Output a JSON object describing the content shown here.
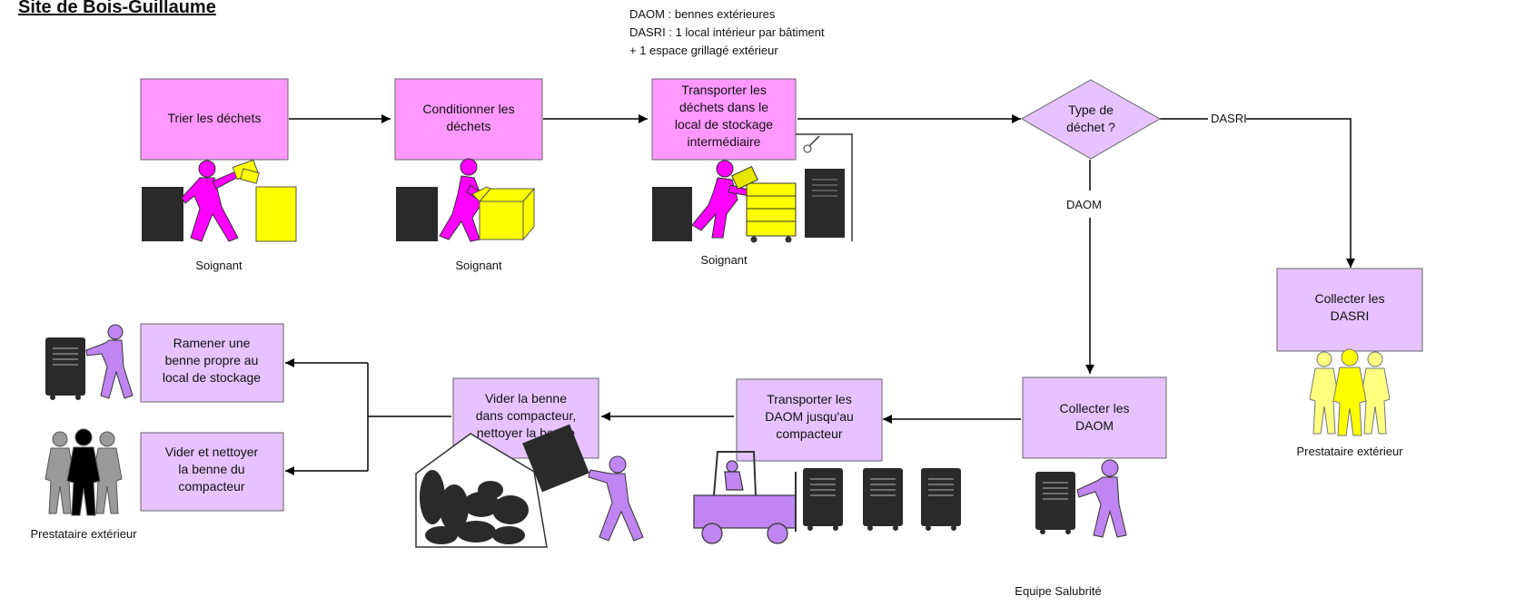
{
  "title": "Site de Bois-Guillaume",
  "note": {
    "lines": [
      "DAOM : bennes extérieures",
      "DASRI : 1 local intérieur par bâtiment",
      "+ 1 espace grillagé extérieur"
    ]
  },
  "steps": {
    "trier": {
      "lines": [
        "Trier les déchets"
      ],
      "actor": "Soignant"
    },
    "conditionner": {
      "lines": [
        "Conditionner les",
        "déchets"
      ],
      "actor": "Soignant"
    },
    "transporter_local": {
      "lines": [
        "Transporter les",
        "déchets dans le",
        "local de stockage",
        "intermédiaire"
      ],
      "actor": "Soignant"
    },
    "decision": {
      "lines": [
        "Type de",
        "déchet ?"
      ]
    },
    "collecter_dasri": {
      "lines": [
        "Collecter les",
        "DASRI"
      ],
      "actor": "Prestataire extérieur"
    },
    "collecter_daom": {
      "lines": [
        "Collecter les",
        "DAOM"
      ],
      "actor": "Equipe Salubrité"
    },
    "transporter_compacteur": {
      "lines": [
        "Transporter les",
        "DAOM jusqu'au",
        "compacteur"
      ]
    },
    "vider_benne": {
      "lines": [
        "Vider la benne",
        "dans compacteur,",
        "nettoyer la benne"
      ]
    },
    "ramener": {
      "lines": [
        "Ramener une",
        "benne propre au",
        "local de stockage"
      ]
    },
    "vider_nettoyer": {
      "lines": [
        "Vider et nettoyer",
        "la benne du",
        "compacteur"
      ],
      "actor": "Prestataire extérieur"
    }
  },
  "edges": {
    "dasri_label": "DASRI",
    "daom_label": "DAOM"
  },
  "colors": {
    "magenta_box": "#ff99ff",
    "lavender_box": "#e6c3ff",
    "magenta_person": "#ff00ff",
    "purple_person": "#c085f0",
    "yellow": "#ffff00",
    "pale_yellow": "#ffff80",
    "bin_dark": "#2a2a2a"
  }
}
